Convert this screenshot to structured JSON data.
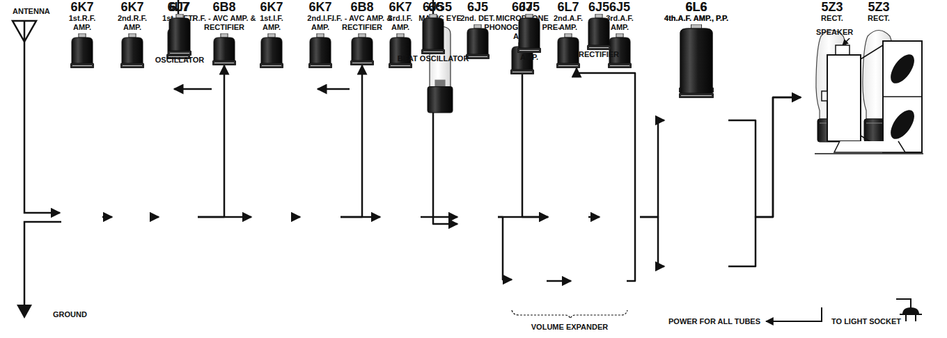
{
  "diagram": {
    "nodes": [
      {
        "text": [
          "6B8",
          "R.F. - AVC AMP. & RECTIFIER"
        ]
      },
      {
        "text": [
          "6B8",
          "I.F. - AVC AMP. & RECTIFIER"
        ]
      },
      {
        "text": [
          "6G5",
          "MAGIC EYE"
        ]
      },
      {
        "text": [
          "6J7",
          "MICROPHONE PHONOGRAPH PRE-AMP."
        ]
      },
      {
        "text": [
          "6L6",
          "4th.A.F. AMP., P.P."
        ]
      },
      {
        "text": [
          "6K7",
          "1st.R.F. AMP."
        ]
      },
      {
        "text": [
          "6K7",
          "2nd.R.F. AMP."
        ]
      },
      {
        "text": [
          "6L7",
          "1st. DET."
        ]
      },
      {
        "text": [
          "6K7",
          "1st.I.F. AMP."
        ]
      },
      {
        "text": [
          "6K7",
          "2nd.I.F. AMP."
        ]
      },
      {
        "text": [
          "6K7",
          "3rd.I.F. AMP."
        ]
      },
      {
        "text": [
          "6J5",
          "2nd. DET."
        ]
      },
      {
        "text": [
          "6L7",
          "2nd.A.F. AMP."
        ]
      },
      {
        "text": [
          "6J5",
          "3rd.A.F. AMP."
        ]
      },
      {
        "text": [
          "6L6",
          "4th.A.F. AMP., P.P."
        ]
      },
      {
        "text": [
          "5Z3",
          "RECT."
        ]
      },
      {
        "text": [
          "5Z3",
          "RECT."
        ]
      },
      {
        "text": [
          "6J7",
          "OSCILLATOR"
        ]
      },
      {
        "text": [
          "6J5",
          "BEAT OSCILLATOR"
        ]
      },
      {
        "text": [
          "6J5",
          "AMP."
        ]
      },
      {
        "text": [
          "6J5",
          "RECTIFIER"
        ]
      },
      {
        "text": [
          "SPEAKER"
        ]
      }
    ],
    "edges": [
      {
        "from": 5,
        "to": 6,
        "arrow": "to"
      },
      {
        "from": 6,
        "to": 7,
        "arrow": "to"
      },
      {
        "from": 7,
        "to": 8,
        "arrow": "to"
      },
      {
        "from": 8,
        "to": 9,
        "arrow": "to"
      },
      {
        "from": 9,
        "to": 10,
        "arrow": "to"
      },
      {
        "from": 10,
        "to": 11,
        "arrow": "to"
      },
      {
        "from": 11,
        "to": 12,
        "arrow": "to"
      },
      {
        "from": 12,
        "to": 13,
        "arrow": "to"
      },
      {
        "from": 13,
        "to": 4,
        "arrow": "to"
      },
      {
        "from": 13,
        "to": 14,
        "arrow": "to"
      },
      {
        "from": 4,
        "to": 21,
        "arrow": "to"
      },
      {
        "from": 14,
        "to": 21,
        "arrow": "to"
      },
      {
        "from": 7,
        "to": 0,
        "arrow": "to"
      },
      {
        "from": 9,
        "to": 1,
        "arrow": "to"
      },
      {
        "from": 17,
        "to": 7,
        "arrow": "to"
      },
      {
        "from": 18,
        "to": 11,
        "arrow": "to"
      },
      {
        "from": 3,
        "to": 12,
        "arrow": "to"
      },
      {
        "from": 11,
        "to": 19,
        "arrow": "to"
      },
      {
        "from": 19,
        "to": 20,
        "arrow": "to"
      },
      {
        "from": 20,
        "to": 12,
        "arrow": "to"
      }
    ],
    "labels": [
      "ANTENNA",
      "GROUND",
      "VOLUME EXPANDER",
      "POWER FOR ALL TUBES",
      "TO LIGHT SOCKET"
    ]
  }
}
